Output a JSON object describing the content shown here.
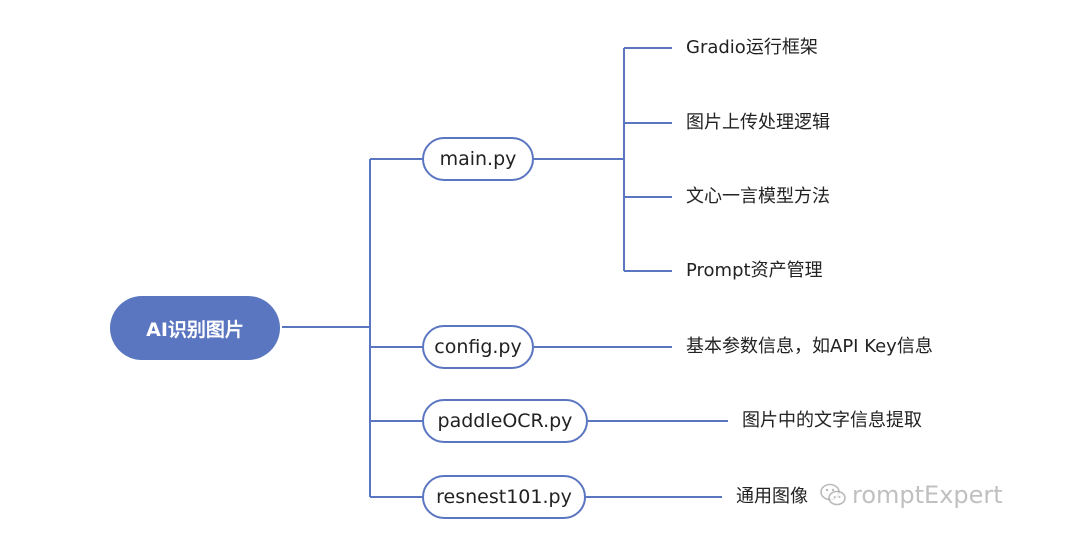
{
  "root": {
    "label": "AI识别图片"
  },
  "files": [
    {
      "label": "main.py",
      "items": [
        "Gradio运行框架",
        "图片上传处理逻辑",
        "文心一言模型方法",
        "Prompt资产管理"
      ]
    },
    {
      "label": "config.py",
      "items": [
        "基本参数信息，如API Key信息"
      ]
    },
    {
      "label": "paddleOCR.py",
      "items": [
        "图片中的文字信息提取"
      ]
    },
    {
      "label": "resnest101.py",
      "items": [
        "通用图像"
      ]
    }
  ],
  "watermark": {
    "text": "romptExpert",
    "icon": "wechat-icon"
  },
  "colors": {
    "accent": "#5b76c1",
    "text": "#222222"
  }
}
